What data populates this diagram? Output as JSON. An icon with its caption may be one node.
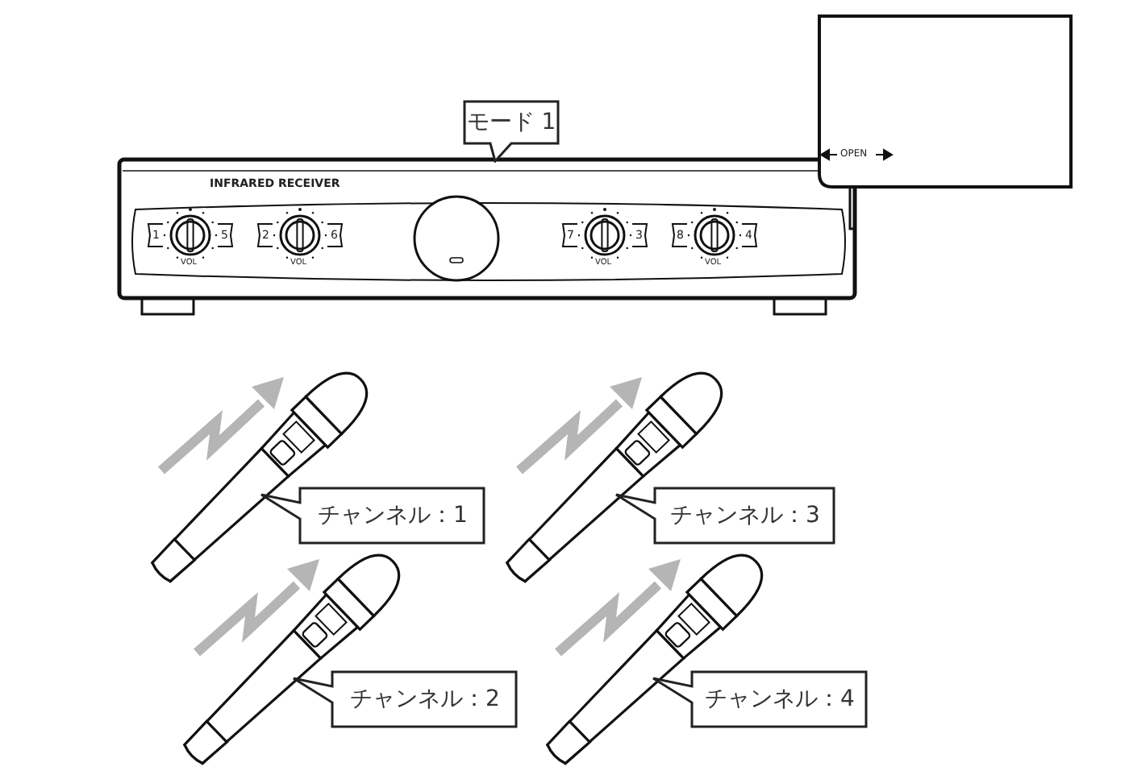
{
  "diagram": {
    "nodes": [
      {
        "text": [],
        "shape": "picture"
      },
      {
        "text": [
          "モード 1"
        ]
      },
      {
        "text": [],
        "shape": "picture"
      },
      {
        "text": [],
        "shape": "picture"
      },
      {
        "text": [
          "チャンネル：1"
        ]
      },
      {
        "text": [],
        "shape": "picture"
      },
      {
        "text": [
          "チャンネル：3"
        ]
      },
      {
        "text": [],
        "shape": "picture"
      },
      {
        "text": [
          "チャンネル：2"
        ]
      },
      {
        "text": [],
        "shape": "picture"
      },
      {
        "text": [
          "チャンネル：4"
        ]
      }
    ],
    "edges": [
      {
        "from": 0,
        "to": 2,
        "arrow": "none"
      }
    ],
    "labels": [
      "INFRARED RECEIVER",
      "1",
      "5",
      "VOL",
      "2",
      "6",
      "VOL",
      "7",
      "3",
      "VOL",
      "8",
      "4",
      "VOL",
      "OPEN"
    ]
  }
}
